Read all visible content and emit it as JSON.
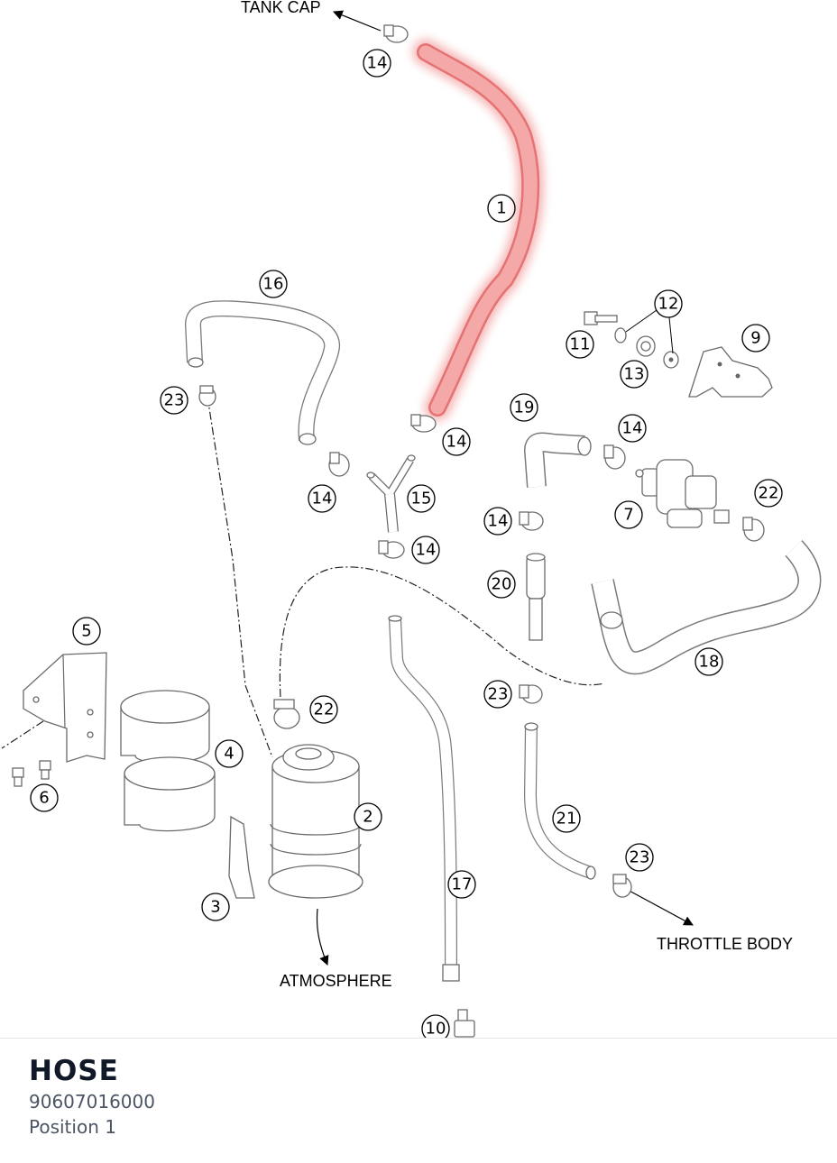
{
  "diagram": {
    "labels": {
      "tank_cap": "TANK CAP",
      "atmosphere": "ATMOSPHERE",
      "throttle_body": "THROTTLE BODY"
    },
    "callouts": {
      "c1": "1",
      "c2": "2",
      "c3": "3",
      "c4": "4",
      "c5": "5",
      "c6": "6",
      "c7": "7",
      "c9": "9",
      "c10": "10",
      "c11": "11",
      "c12": "12",
      "c13": "13",
      "c14a": "14",
      "c14b": "14",
      "c14c": "14",
      "c14d": "14",
      "c14e": "14",
      "c14f": "14",
      "c15": "15",
      "c16": "16",
      "c17": "17",
      "c18": "18",
      "c19": "19",
      "c20": "20",
      "c21": "21",
      "c22a": "22",
      "c22b": "22",
      "c23a": "23",
      "c23b": "23",
      "c23c": "23"
    },
    "highlight_color": "#f08080"
  },
  "part": {
    "name": "HOSE",
    "number": "90607016000",
    "position": "Position 1"
  }
}
